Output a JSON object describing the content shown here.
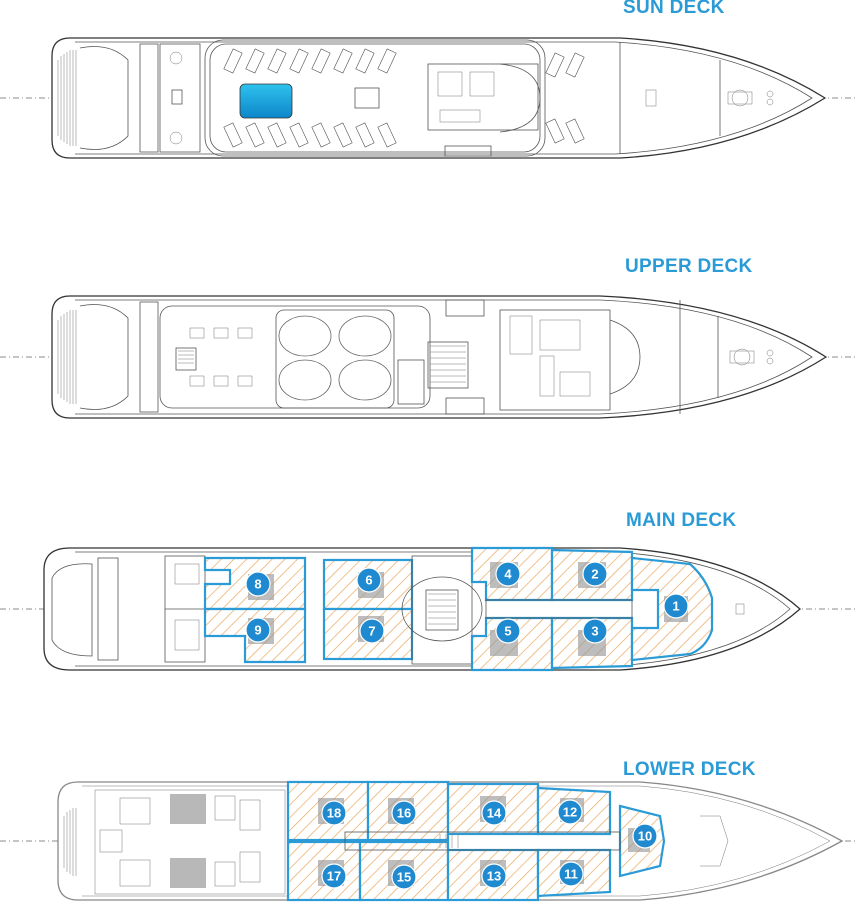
{
  "decks": [
    {
      "id": "sun",
      "title": "SUN DECK"
    },
    {
      "id": "upper",
      "title": "UPPER DECK"
    },
    {
      "id": "main",
      "title": "MAIN DECK",
      "cabins": [
        "1",
        "2",
        "3",
        "4",
        "5",
        "6",
        "7",
        "8",
        "9"
      ]
    },
    {
      "id": "lower",
      "title": "LOWER DECK",
      "cabins": [
        "10",
        "11",
        "12",
        "13",
        "14",
        "15",
        "16",
        "17",
        "18"
      ]
    }
  ],
  "colors": {
    "title": "#2a9bd6",
    "cabin_outline": "#2a9bd6",
    "badge": "#1f8ad0",
    "pool": "#1aa7df",
    "hatch": "#e9a860"
  }
}
